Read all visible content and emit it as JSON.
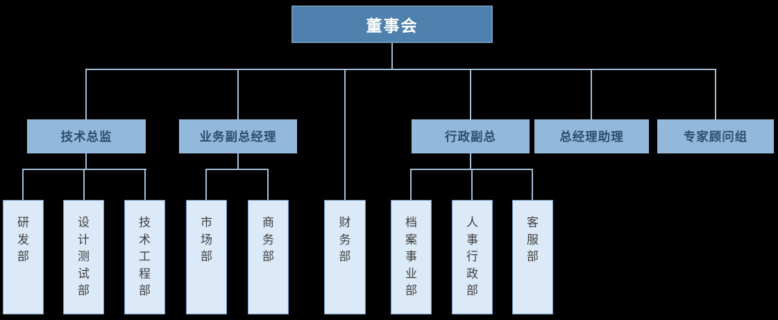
{
  "org_chart": {
    "root": {
      "label": "董事会"
    },
    "level2": [
      {
        "label": "技术总监"
      },
      {
        "label": "业务副总经理"
      },
      {
        "label": "行政副总"
      },
      {
        "label": "总经理助理"
      },
      {
        "label": "专家顾问组"
      }
    ],
    "level3": [
      {
        "label": "研发部",
        "parent": "技术总监"
      },
      {
        "label": "设计测试部",
        "parent": "技术总监"
      },
      {
        "label": "技术工程部",
        "parent": "技术总监"
      },
      {
        "label": "市场部",
        "parent": "业务副总经理"
      },
      {
        "label": "商务部",
        "parent": "业务副总经理"
      },
      {
        "label": "财务部",
        "parent": "董事会"
      },
      {
        "label": "档案事业部",
        "parent": "行政副总"
      },
      {
        "label": "人事行政部",
        "parent": "行政副总"
      },
      {
        "label": "客服部",
        "parent": "行政副总"
      }
    ]
  },
  "colors": {
    "background": "#000000",
    "root_fill": "#4e81ad",
    "root_border": "#6f97b7",
    "root_text": "#ffffff",
    "l2_fill": "#92b8db",
    "l2_border": "#9fc0de",
    "l2_text": "#2e4d6d",
    "l3_fill": "#dbe9f8",
    "l3_border": "#6d99cb",
    "l3_text": "#3f3f3f",
    "connector": "#a7c0d8"
  }
}
